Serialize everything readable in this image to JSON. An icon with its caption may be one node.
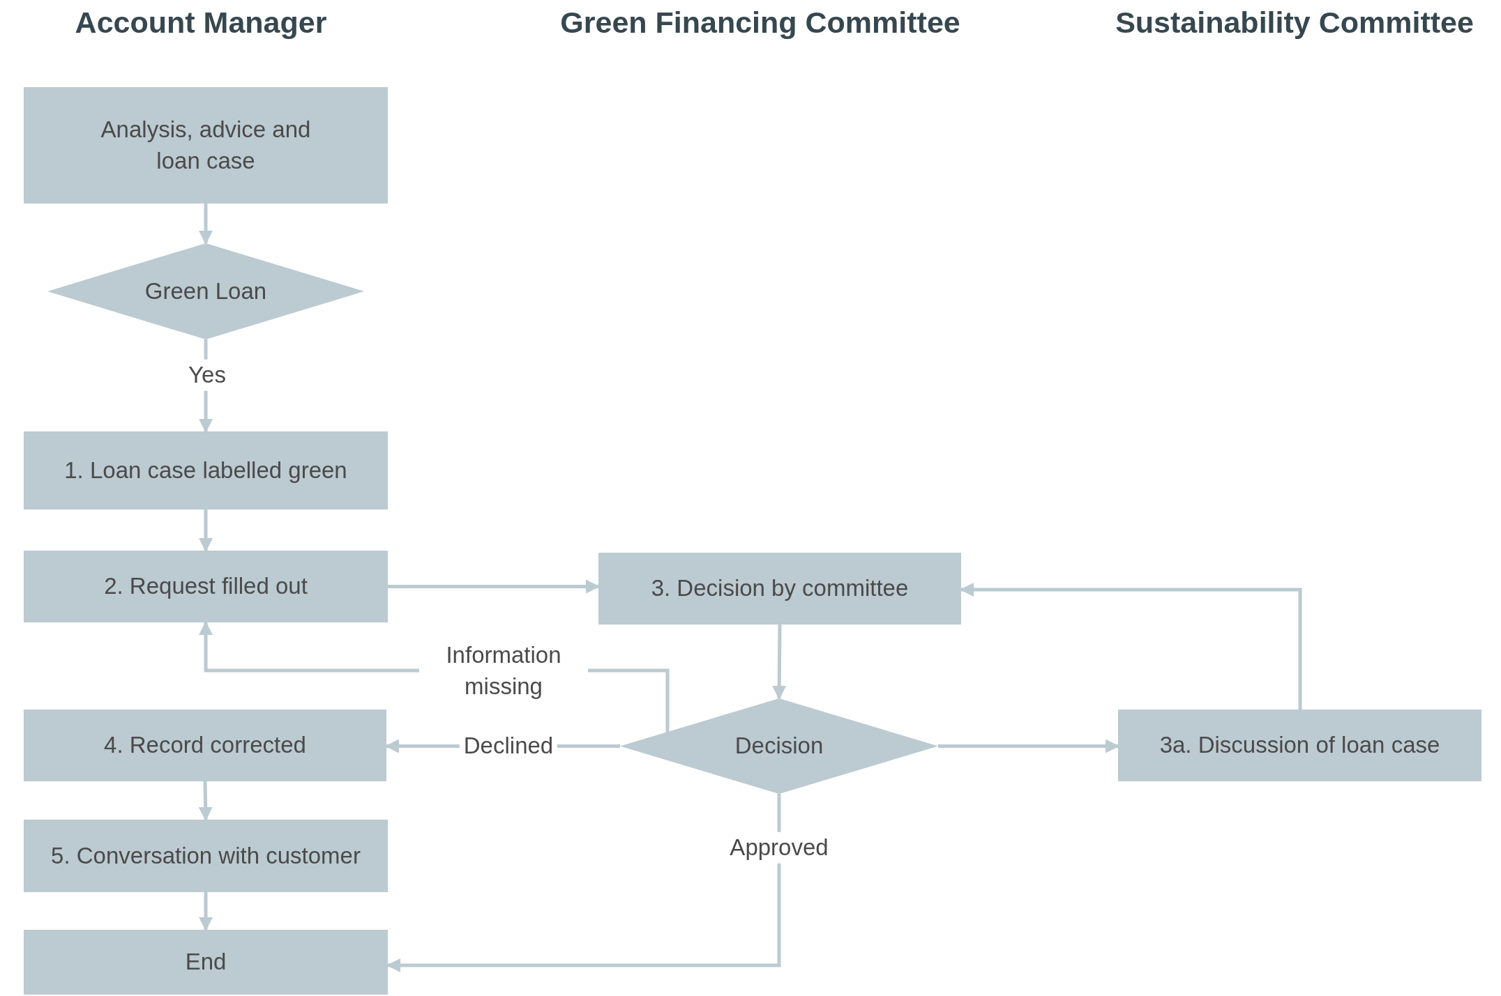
{
  "diagram": {
    "nodes": [
      {
        "text": [
          "Analysis, advice and loan case"
        ]
      },
      {
        "text": [
          "Green Loan"
        ]
      },
      {
        "text": [
          "1. Loan case labelled green"
        ]
      },
      {
        "text": [
          "2. Request filled out"
        ]
      },
      {
        "text": [
          "3. Decision by committee"
        ]
      },
      {
        "text": [
          "Decision"
        ]
      },
      {
        "text": [
          "3a. Discussion of loan case"
        ]
      },
      {
        "text": [
          "4. Record corrected"
        ]
      },
      {
        "text": [
          "5. Conversation with customer"
        ]
      },
      {
        "text": [
          "End"
        ]
      }
    ],
    "edges": [
      {
        "from": 0,
        "to": 1,
        "arrow": "to"
      },
      {
        "from": 1,
        "to": 2,
        "arrow": "to",
        "label": "Yes"
      },
      {
        "from": 2,
        "to": 3,
        "arrow": "to"
      },
      {
        "from": 3,
        "to": 4,
        "arrow": "to"
      },
      {
        "from": 4,
        "to": 5,
        "arrow": "to"
      },
      {
        "from": 5,
        "to": 7,
        "arrow": "to",
        "label": "Declined"
      },
      {
        "from": 5,
        "to": 6,
        "arrow": "to"
      },
      {
        "from": 6,
        "to": 4,
        "arrow": "to"
      },
      {
        "from": 5,
        "to": 9,
        "arrow": "to",
        "label": "Approved"
      },
      {
        "from": 5,
        "to": 3,
        "arrow": "to",
        "label": "Information missing"
      },
      {
        "from": 7,
        "to": 8,
        "arrow": "to"
      },
      {
        "from": 8,
        "to": 9,
        "arrow": "to"
      }
    ],
    "labels": [
      "Account Manager",
      "Green Financing Committee",
      "Sustainability Committee"
    ]
  }
}
